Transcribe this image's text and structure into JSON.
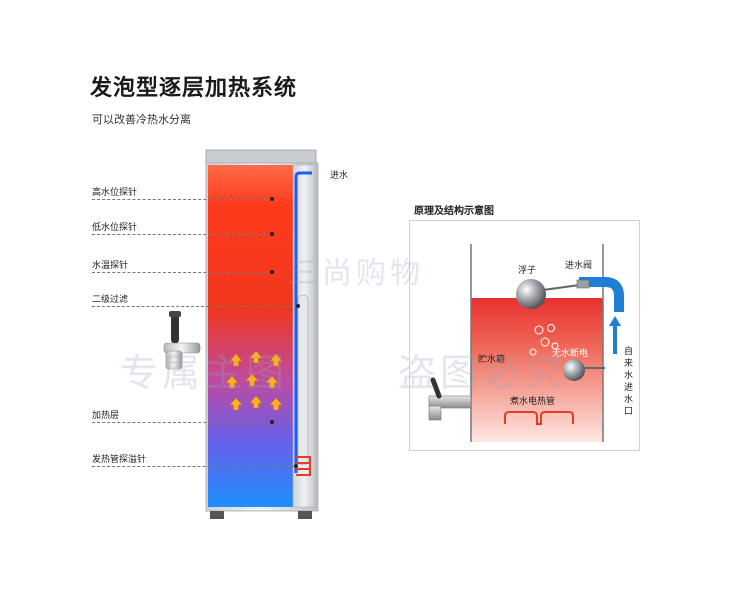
{
  "header": {
    "title": "发泡型逐层加热系统",
    "subtitle": "可以改善冷热水分离"
  },
  "machine": {
    "inlet_label": "进水",
    "callouts": [
      {
        "id": "high-water-probe",
        "label": "高水位探针"
      },
      {
        "id": "low-water-probe",
        "label": "低水位探针"
      },
      {
        "id": "water-temp-probe",
        "label": "水温探针"
      },
      {
        "id": "secondary-filter",
        "label": "二级过滤"
      },
      {
        "id": "heating-layer",
        "label": "加热层"
      },
      {
        "id": "overflow-probe",
        "label": "发热管探溢针"
      }
    ]
  },
  "schematic": {
    "title": "原理及结构示意图",
    "float_label": "浮子",
    "inlet_valve_label": "进水阀",
    "tank_label": "贮水箱",
    "no_water_label": "无水断电",
    "tap_water_label": "自来水进水口",
    "heating_tube_label": "煮水电热管"
  },
  "watermarks": [
    "三尚购物",
    "专属主图",
    "盗图必究"
  ],
  "colors": {
    "tank_top": "#ff3a1c",
    "tank_bottom": "#1e8fff",
    "pipe_blue": "#1a5cff",
    "arrow_orange": "#ffb020",
    "schematic_water_top": "#e83030",
    "schematic_water_bottom": "#fde7e2",
    "inlet_arrow": "#1f7fd6"
  }
}
